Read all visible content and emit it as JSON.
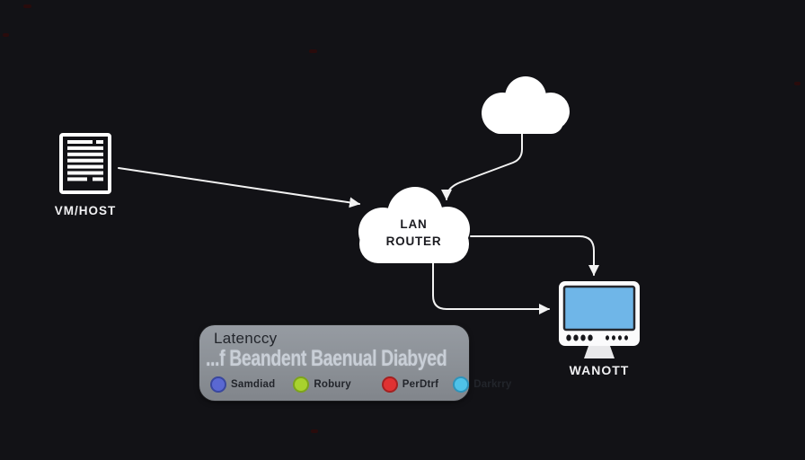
{
  "nodes": {
    "vm_host": {
      "label": "VM/HOST"
    },
    "lan_router": {
      "line1": "LAN",
      "line2": "ROUTER"
    },
    "wan_ott": {
      "label": "WANOTT"
    }
  },
  "legend": {
    "title": "Latenccy",
    "subtitle": "...f Beandent Baenual Diabyed",
    "items": [
      {
        "label": "Samdiad",
        "color": "#5a68d2",
        "ring": "#39479e"
      },
      {
        "label": "Robury",
        "color": "#a8d22e",
        "ring": "#7da31c"
      },
      {
        "label": "PerDtrf",
        "color": "#e03232",
        "ring": "#a32121"
      },
      {
        "label": "Darkrry",
        "color": "#4fc2e8",
        "ring": "#2f93ba"
      }
    ]
  },
  "colors": {
    "background": "#121216",
    "wire": "#f2f2f2",
    "cloud_fill": "#ffffff",
    "monitor_screen": "#6fb6e8",
    "legend_bg": "#8d9298"
  }
}
